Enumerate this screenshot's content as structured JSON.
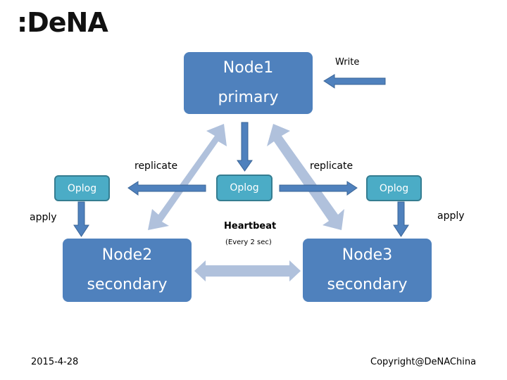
{
  "logo": {
    "text": ":DeNA"
  },
  "nodes": {
    "node1": {
      "name": "Node1",
      "role": "primary"
    },
    "node2": {
      "name": "Node2",
      "role": "secondary"
    },
    "node3": {
      "name": "Node3",
      "role": "secondary"
    }
  },
  "oplogs": {
    "left": "Oplog",
    "center": "Oplog",
    "right": "Oplog"
  },
  "labels": {
    "write": "Write",
    "replicate_left": "replicate",
    "replicate_right": "replicate",
    "apply_left": "apply",
    "apply_right": "apply",
    "heartbeat": "Heartbeat",
    "heartbeat_interval": "(Every 2 sec)"
  },
  "footer": {
    "date": "2015-4-28",
    "copyright": "Copyright@DeNAChina"
  },
  "colors": {
    "node_fill": "#4f81bd",
    "oplog_fill": "#4bacc6",
    "oplog_border": "#357d91",
    "arrow_dark": "#4f81bd",
    "arrow_light": "#b0c1dc"
  }
}
